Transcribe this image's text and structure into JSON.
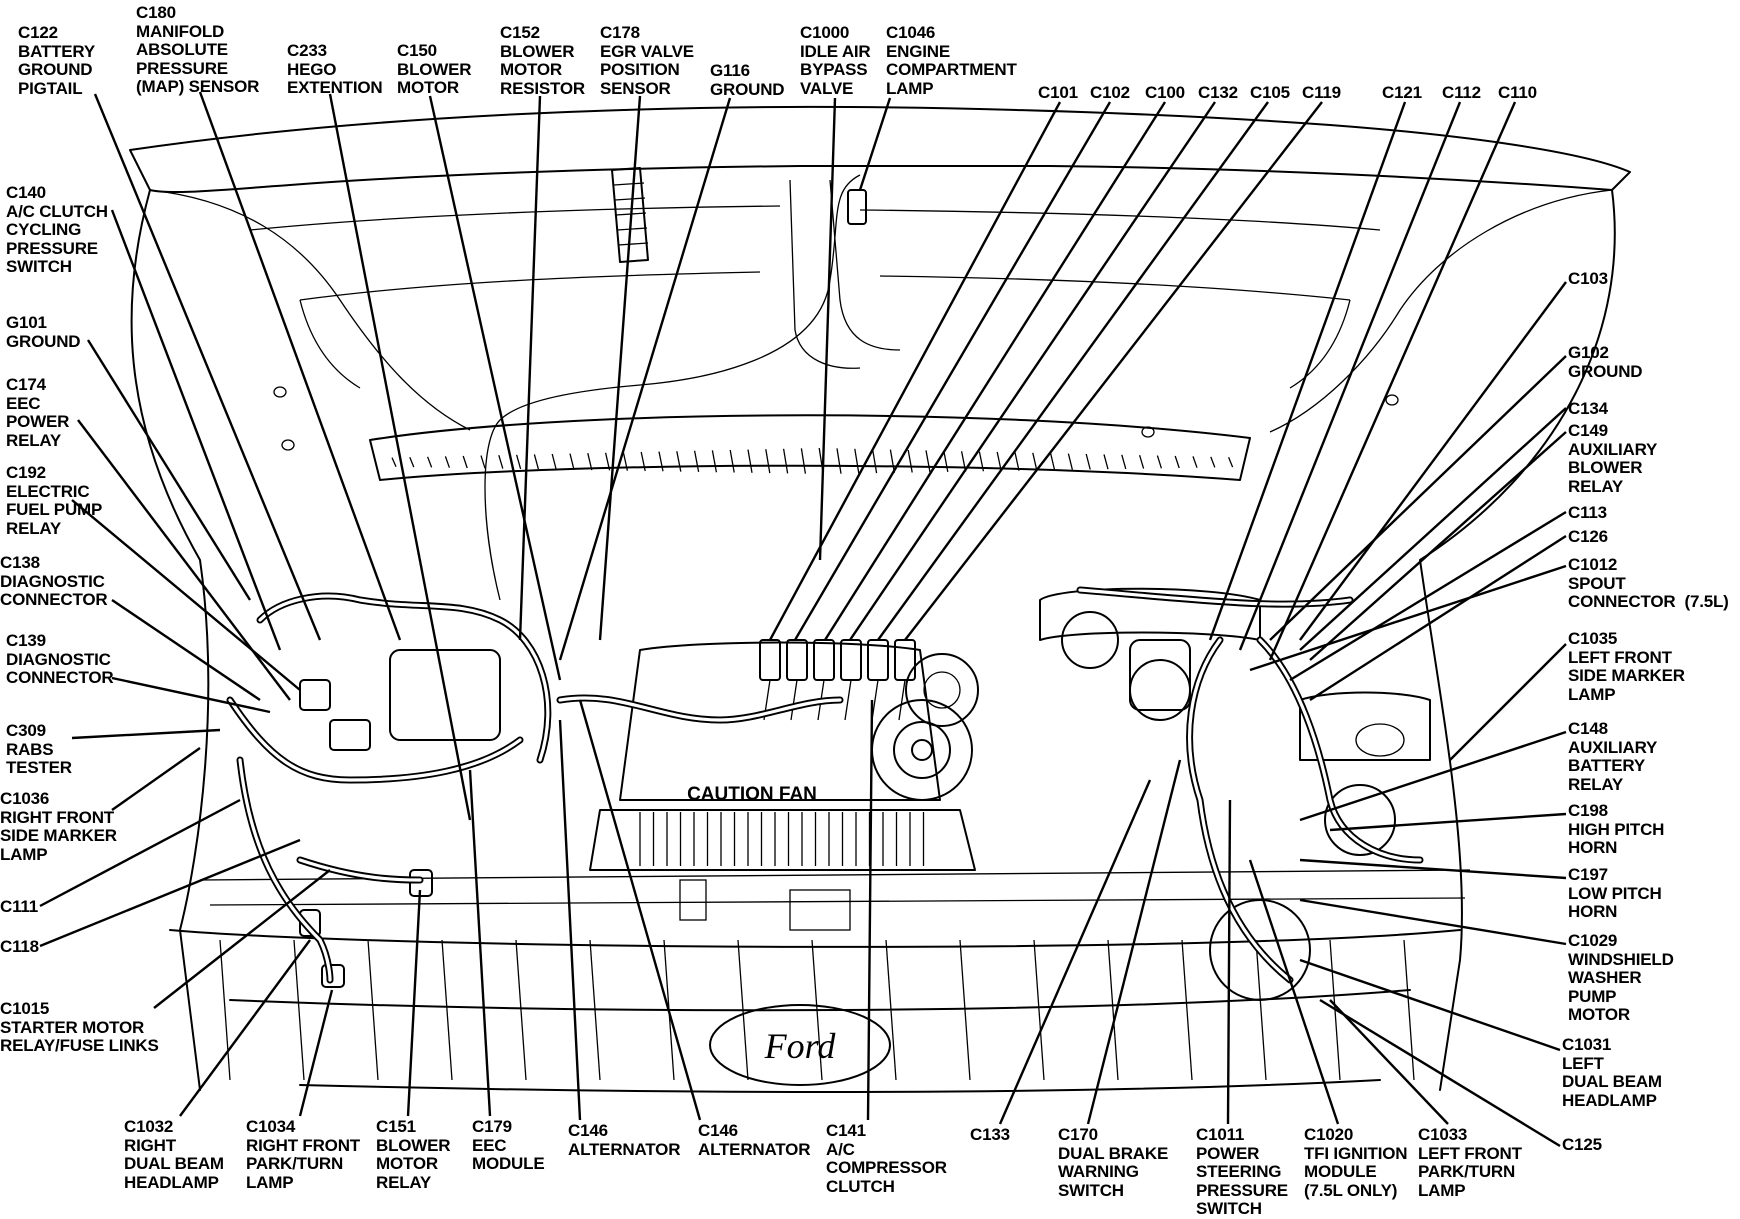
{
  "labels": [
    {
      "id": "c122",
      "lines": [
        "C122",
        "BATTERY",
        "GROUND",
        "PIGTAIL"
      ]
    },
    {
      "id": "c180",
      "lines": [
        "C180",
        "MANIFOLD",
        "ABSOLUTE",
        "PRESSURE",
        "(MAP) SENSOR"
      ]
    },
    {
      "id": "c233",
      "lines": [
        "C233",
        "HEGO",
        "EXTENTION"
      ]
    },
    {
      "id": "c150",
      "lines": [
        "C150",
        "BLOWER",
        "MOTOR"
      ]
    },
    {
      "id": "c152",
      "lines": [
        "C152",
        "BLOWER",
        "MOTOR",
        "RESISTOR"
      ]
    },
    {
      "id": "c178",
      "lines": [
        "C178",
        "EGR VALVE",
        "POSITION",
        "SENSOR"
      ]
    },
    {
      "id": "g116",
      "lines": [
        "G116",
        "GROUND"
      ]
    },
    {
      "id": "c1000",
      "lines": [
        "C1000",
        "IDLE AIR",
        "BYPASS",
        "VALVE"
      ]
    },
    {
      "id": "c1046",
      "lines": [
        "C1046",
        "ENGINE",
        "COMPARTMENT",
        "LAMP"
      ]
    },
    {
      "id": "c101",
      "lines": [
        "C101"
      ]
    },
    {
      "id": "c102",
      "lines": [
        "C102"
      ]
    },
    {
      "id": "c100",
      "lines": [
        "C100"
      ]
    },
    {
      "id": "c132",
      "lines": [
        "C132"
      ]
    },
    {
      "id": "c105",
      "lines": [
        "C105"
      ]
    },
    {
      "id": "c119",
      "lines": [
        "C119"
      ]
    },
    {
      "id": "c121",
      "lines": [
        "C121"
      ]
    },
    {
      "id": "c112",
      "lines": [
        "C112"
      ]
    },
    {
      "id": "c110",
      "lines": [
        "C110"
      ]
    },
    {
      "id": "c140",
      "lines": [
        "C140",
        "A/C CLUTCH",
        "CYCLING",
        "PRESSURE",
        "SWITCH"
      ]
    },
    {
      "id": "g101",
      "lines": [
        "G101",
        "GROUND"
      ]
    },
    {
      "id": "c174",
      "lines": [
        "C174",
        "EEC",
        "POWER",
        "RELAY"
      ]
    },
    {
      "id": "c192",
      "lines": [
        "C192",
        "ELECTRIC",
        "FUEL PUMP",
        "RELAY"
      ]
    },
    {
      "id": "c138",
      "lines": [
        "C138",
        "DIAGNOSTIC",
        "CONNECTOR"
      ]
    },
    {
      "id": "c139",
      "lines": [
        "C139",
        "DIAGNOSTIC",
        "CONNECTOR"
      ]
    },
    {
      "id": "c309",
      "lines": [
        "C309",
        "RABS",
        "TESTER"
      ]
    },
    {
      "id": "c1036",
      "lines": [
        "C1036",
        "RIGHT FRONT",
        "SIDE MARKER",
        "LAMP"
      ]
    },
    {
      "id": "c111",
      "lines": [
        "C111"
      ]
    },
    {
      "id": "c118",
      "lines": [
        "C118"
      ]
    },
    {
      "id": "c1015",
      "lines": [
        "C1015",
        "STARTER MOTOR",
        "RELAY/FUSE LINKS"
      ]
    },
    {
      "id": "c103",
      "lines": [
        "C103"
      ]
    },
    {
      "id": "g102",
      "lines": [
        "G102",
        "GROUND"
      ]
    },
    {
      "id": "c134",
      "lines": [
        "C134"
      ]
    },
    {
      "id": "c149",
      "lines": [
        "C149",
        "AUXILIARY",
        "BLOWER",
        "RELAY"
      ]
    },
    {
      "id": "c113",
      "lines": [
        "C113"
      ]
    },
    {
      "id": "c126",
      "lines": [
        "C126"
      ]
    },
    {
      "id": "c1012",
      "lines": [
        "C1012",
        "SPOUT",
        "CONNECTOR  (7.5L)"
      ]
    },
    {
      "id": "c1035",
      "lines": [
        "C1035",
        "LEFT FRONT",
        "SIDE MARKER",
        "LAMP"
      ]
    },
    {
      "id": "c148",
      "lines": [
        "C148",
        "AUXILIARY",
        "BATTERY",
        "RELAY"
      ]
    },
    {
      "id": "c198",
      "lines": [
        "C198",
        "HIGH PITCH",
        "HORN"
      ]
    },
    {
      "id": "c197",
      "lines": [
        "C197",
        "LOW PITCH",
        "HORN"
      ]
    },
    {
      "id": "c1029",
      "lines": [
        "C1029",
        "WINDSHIELD",
        "WASHER",
        "PUMP",
        "MOTOR"
      ]
    },
    {
      "id": "c1031",
      "lines": [
        "C1031",
        "LEFT",
        "DUAL BEAM",
        "HEADLAMP"
      ]
    },
    {
      "id": "c125",
      "lines": [
        "C125"
      ]
    },
    {
      "id": "c1032",
      "lines": [
        "C1032",
        "RIGHT",
        "DUAL BEAM",
        "HEADLAMP"
      ]
    },
    {
      "id": "c1034",
      "lines": [
        "C1034",
        "RIGHT FRONT",
        "PARK/TURN",
        "LAMP"
      ]
    },
    {
      "id": "c151",
      "lines": [
        "C151",
        "BLOWER",
        "MOTOR",
        "RELAY"
      ]
    },
    {
      "id": "c179",
      "lines": [
        "C179",
        "EEC",
        "MODULE"
      ]
    },
    {
      "id": "c146a",
      "lines": [
        "C146",
        "ALTERNATOR"
      ]
    },
    {
      "id": "c146b",
      "lines": [
        "C146",
        "ALTERNATOR"
      ]
    },
    {
      "id": "c141",
      "lines": [
        "C141",
        "A/C",
        "COMPRESSOR",
        "CLUTCH"
      ]
    },
    {
      "id": "c133",
      "lines": [
        "C133"
      ]
    },
    {
      "id": "c170",
      "lines": [
        "C170",
        "DUAL BRAKE",
        "WARNING",
        "SWITCH"
      ]
    },
    {
      "id": "c1011",
      "lines": [
        "C1011",
        "POWER",
        "STEERING",
        "PRESSURE",
        "SWITCH"
      ]
    },
    {
      "id": "c1020",
      "lines": [
        "C1020",
        "TFI IGNITION",
        "MODULE",
        "(7.5L ONLY)"
      ]
    },
    {
      "id": "c1033",
      "lines": [
        "C1033",
        "LEFT FRONT",
        "PARK/TURN",
        "LAMP"
      ]
    }
  ],
  "engine_text": "CAUTION FAN",
  "badge_text": "Ford"
}
